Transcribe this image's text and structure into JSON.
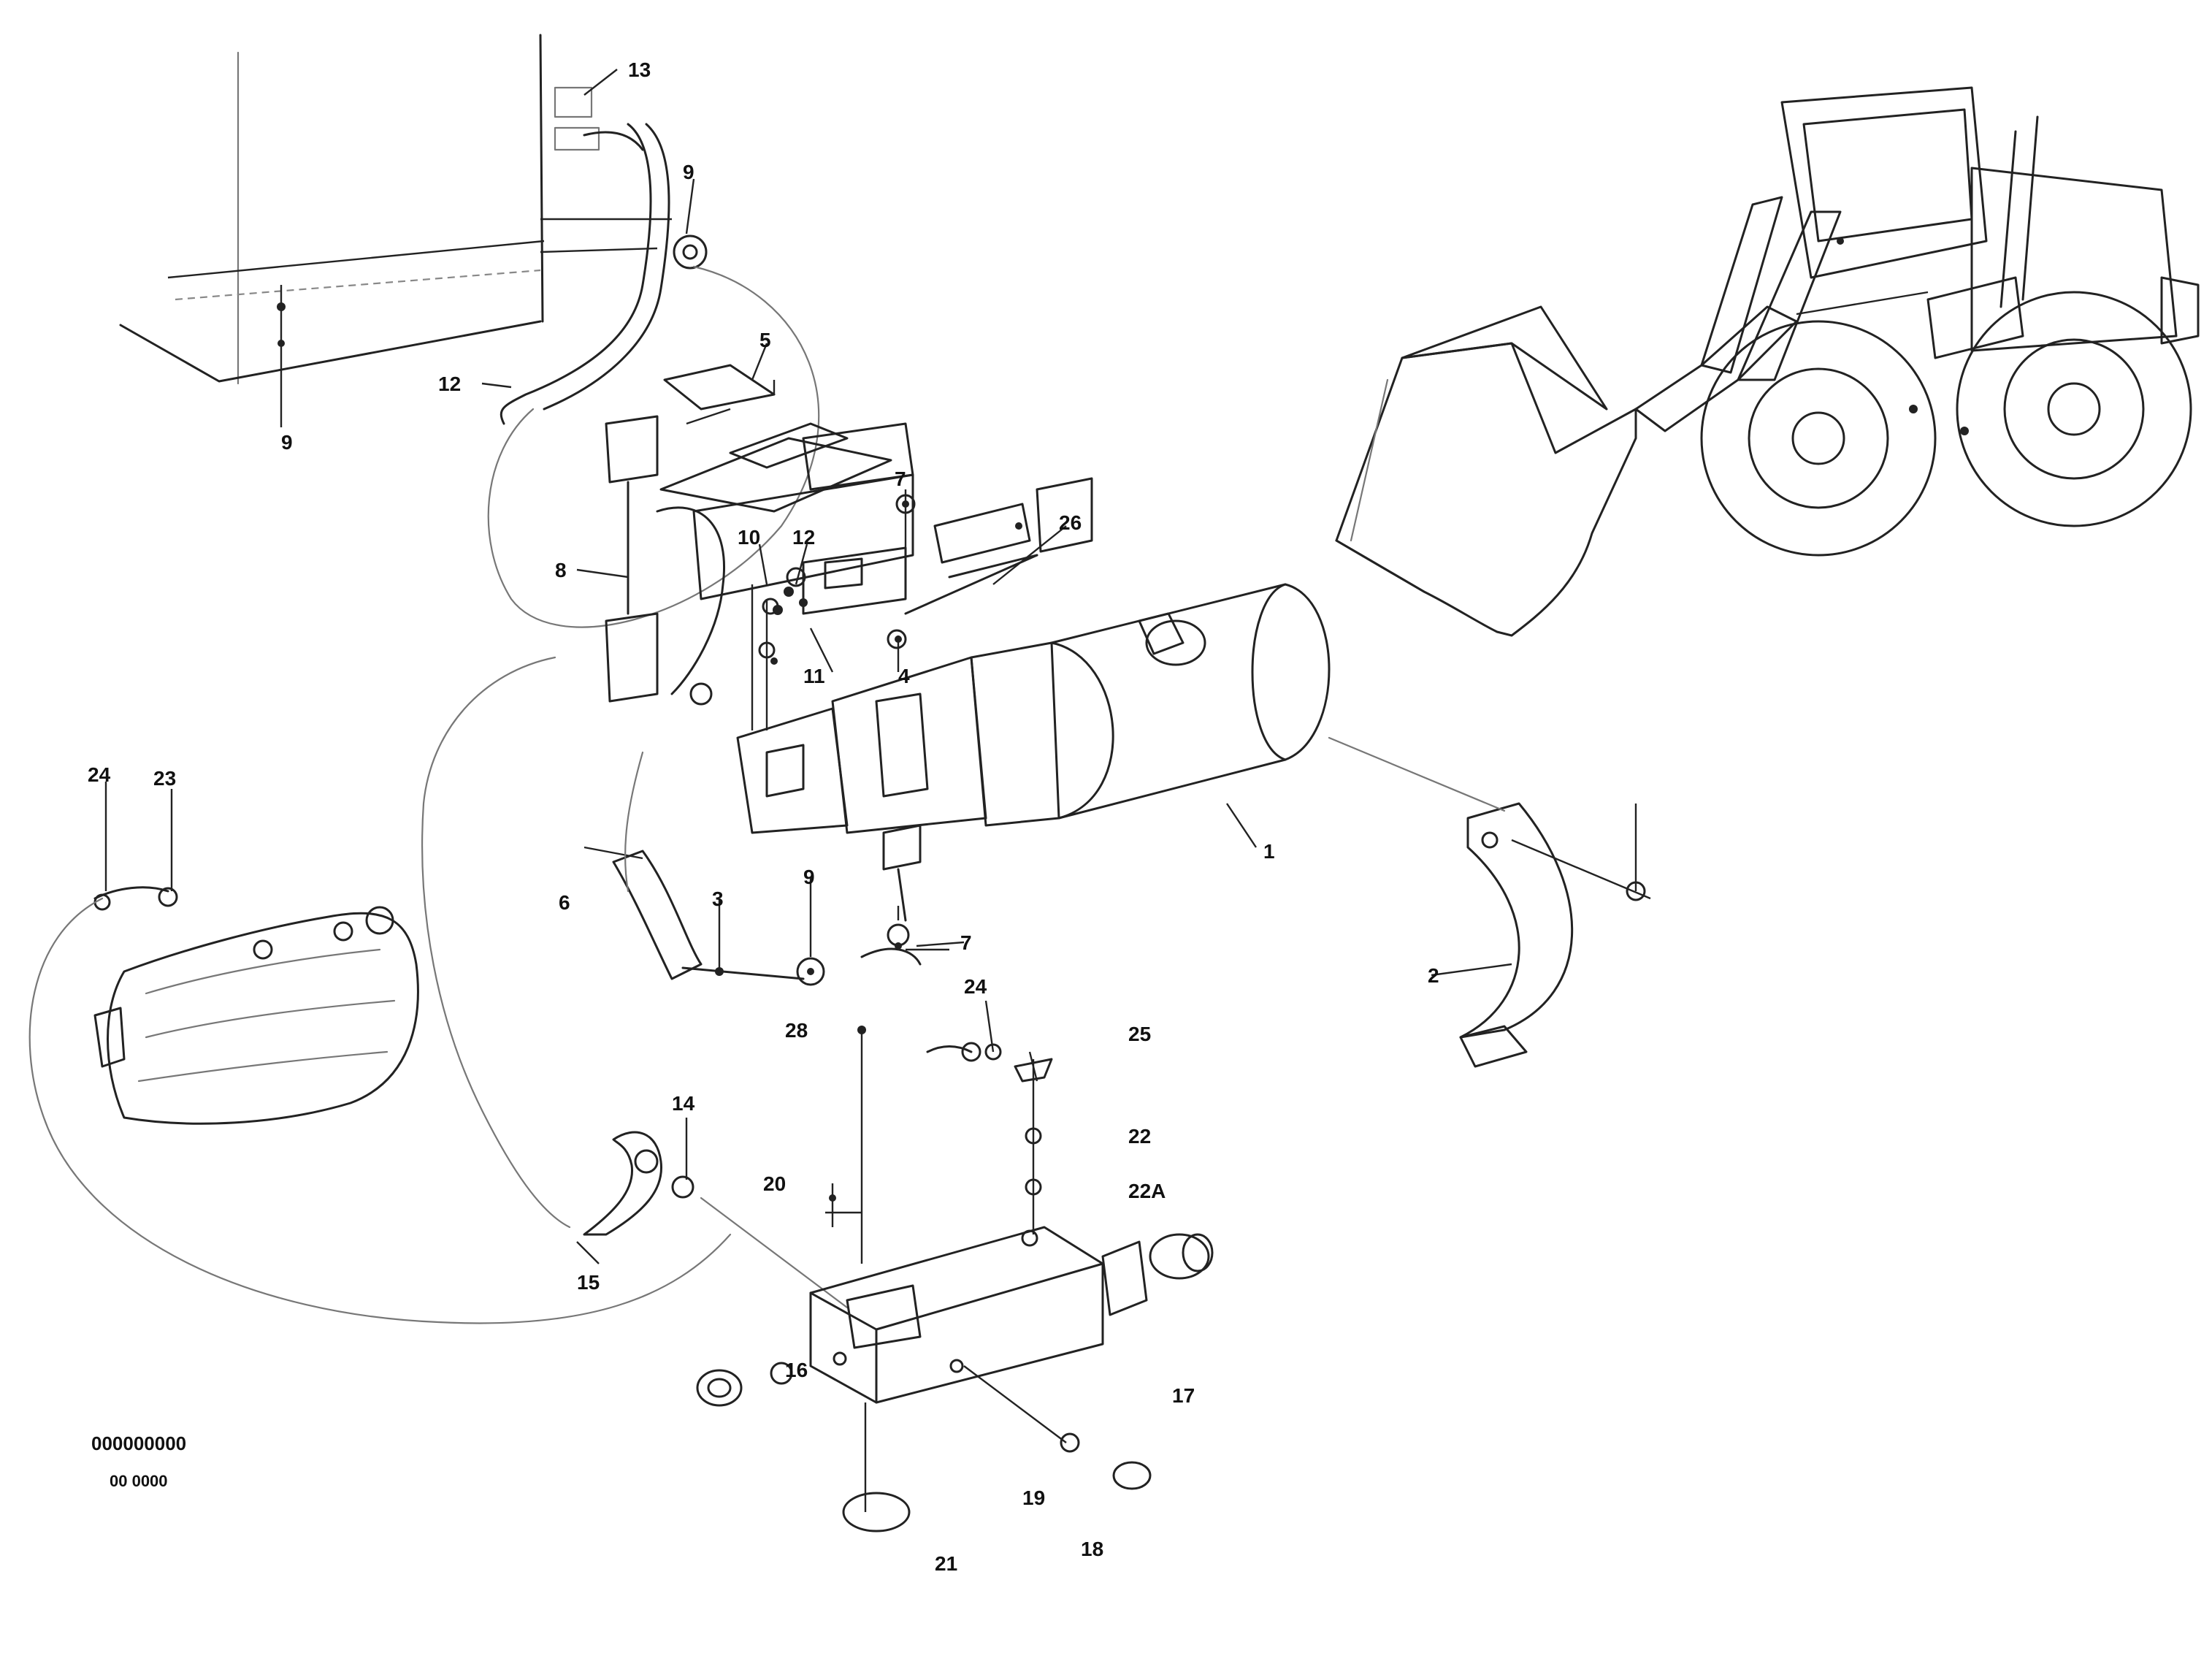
{
  "diagram": {
    "type": "exploded-parts-diagram",
    "subject": "wheel-loader",
    "callouts": [
      "13",
      "9",
      "5",
      "12",
      "9",
      "8",
      "10",
      "12",
      "26",
      "7",
      "11",
      "4",
      "6",
      "3",
      "9",
      "7",
      "24",
      "23",
      "28",
      "24",
      "25",
      "22",
      "22A",
      "14",
      "15",
      "20",
      "16",
      "17",
      "19",
      "18",
      "21",
      "1",
      "2"
    ],
    "reference_code": "000000000",
    "reference_sub": "00 0000"
  }
}
